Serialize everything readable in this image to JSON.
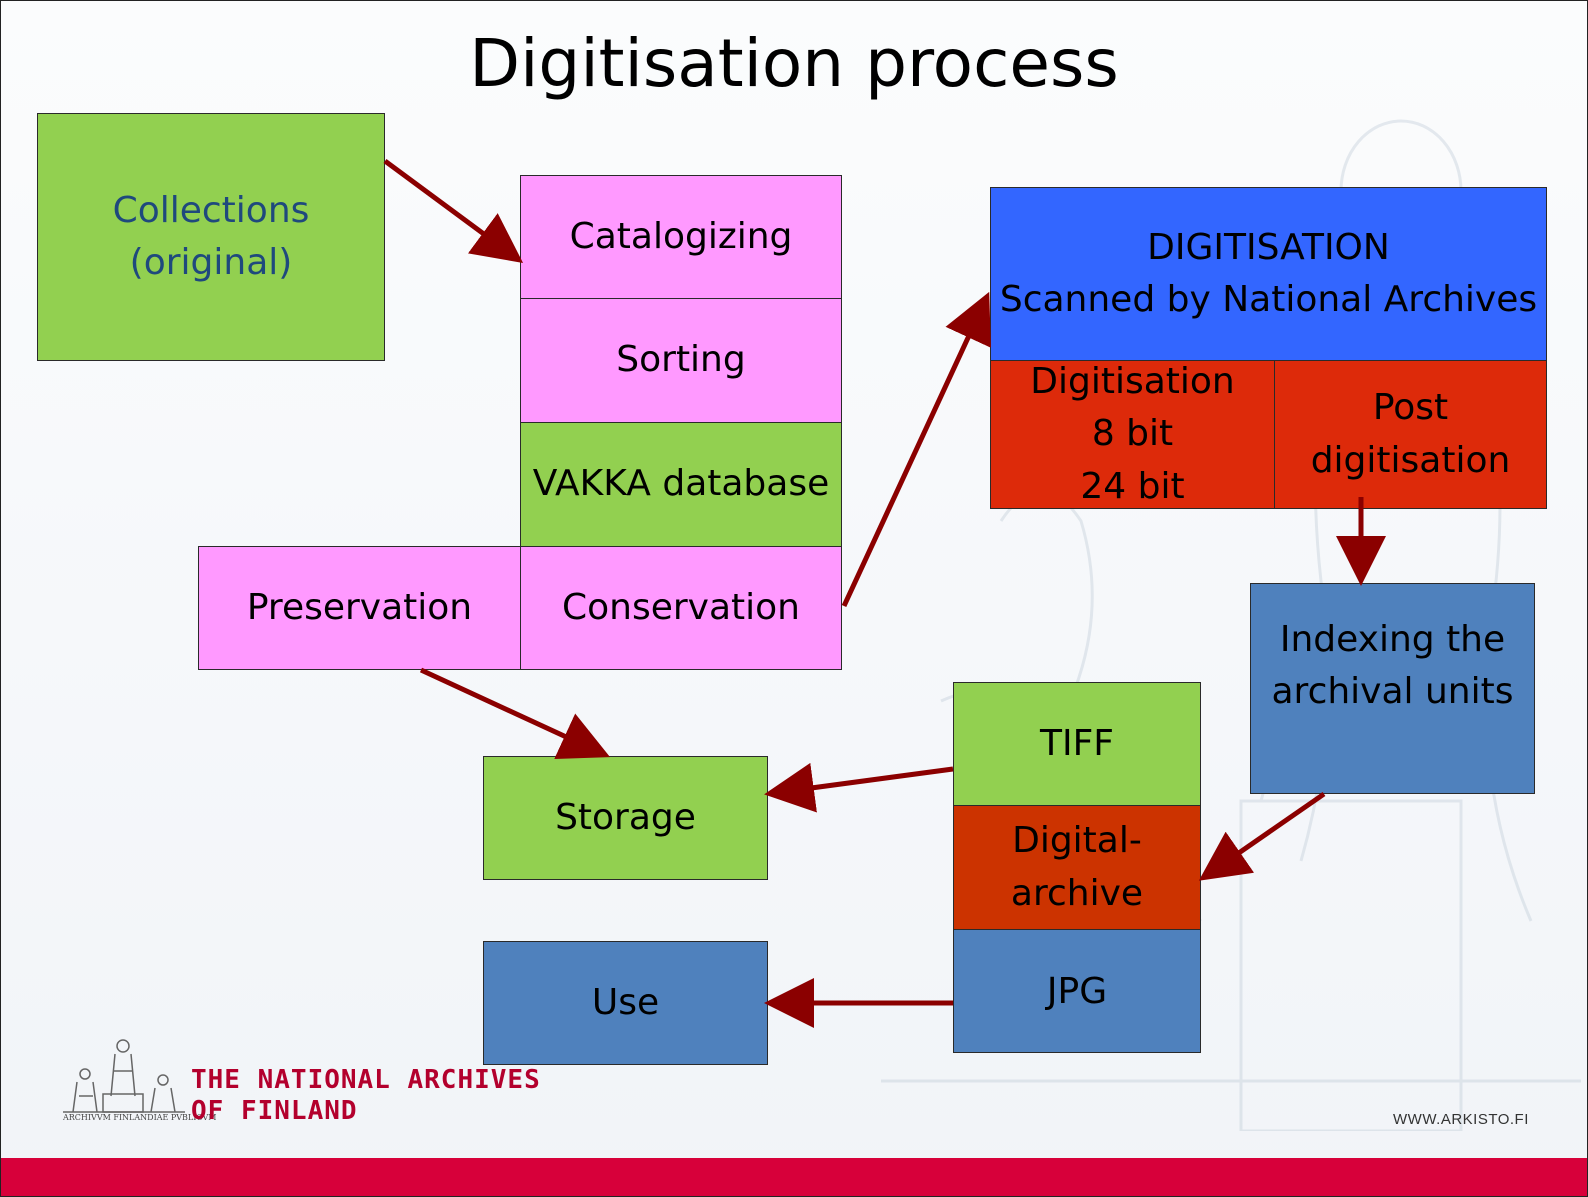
{
  "title": "Digitisation process",
  "boxes": {
    "collections": "Collections\n(original)",
    "catalogizing": "Catalogizing",
    "sorting": "Sorting",
    "vakka": "VAKKA database",
    "preservation": "Preservation",
    "conservation": "Conservation",
    "digitisation_header": "DIGITISATION\nScanned by National Archives",
    "digitisation_bits": "Digitisation\n8 bit\n24 bit",
    "post_digitisation": "Post\ndigitisation",
    "indexing": "Indexing the\narchival units",
    "tiff": "TIFF",
    "digital_archive": "Digital-\narchive",
    "jpg": "JPG",
    "storage": "Storage",
    "use": "Use"
  },
  "footer": {
    "logo_line1": "THE NATIONAL ARCHIVES",
    "logo_line2": "OF FINLAND",
    "logo_latin": "ARCHIVVM FINLANDIAE PVBLICVM",
    "url": "WWW.ARKISTO.FI"
  },
  "colors": {
    "pink": "#ff99ff",
    "green": "#92d050",
    "blue": "#3366ff",
    "red": "#dd2a0a",
    "steel_blue": "#4f81bd",
    "arrow": "#8b0000",
    "footer_bar": "#d7003a"
  }
}
